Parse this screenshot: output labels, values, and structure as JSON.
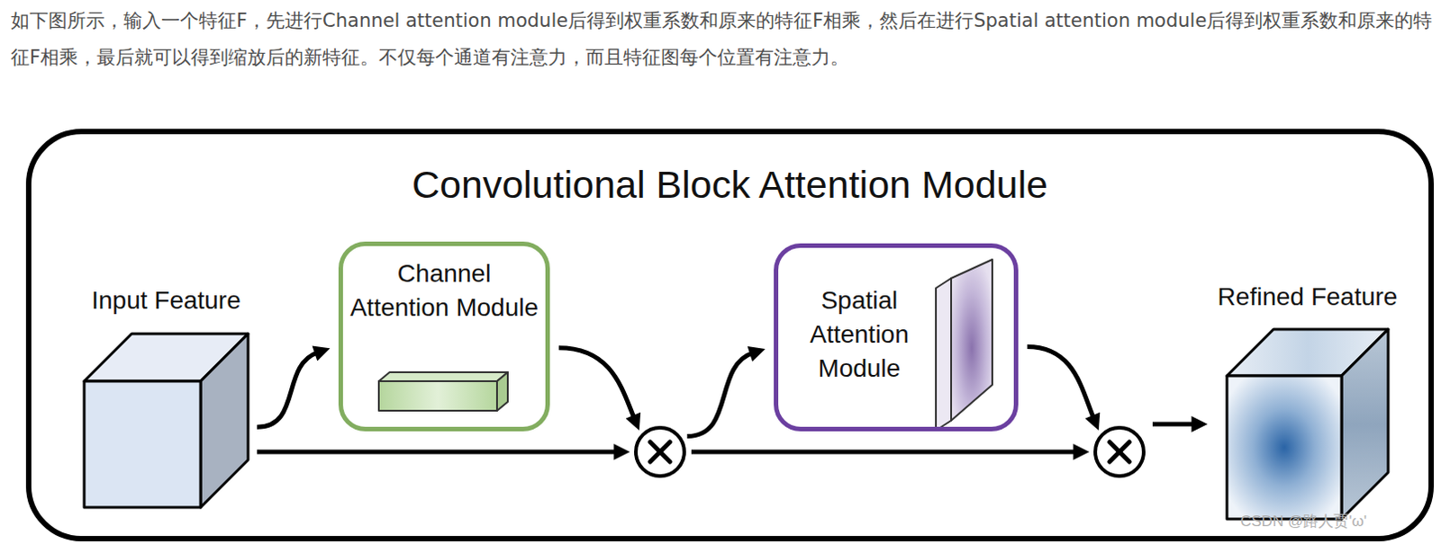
{
  "diagram": {
    "nodes": [
      {
        "text": [
          "Convolutional Block Attention Module"
        ]
      },
      {
        "text": [
          "Input Feature"
        ],
        "in": 0
      },
      {
        "text": [
          "Channel Attention Module"
        ],
        "in": 0
      },
      {
        "text": [],
        "in": 0
      },
      {
        "text": [
          "Spatial Attention Module"
        ],
        "in": 0
      },
      {
        "text": [],
        "in": 0
      },
      {
        "text": [
          "Refined Feature"
        ],
        "in": 0
      }
    ],
    "edges": [
      {
        "from": 1,
        "to": 2,
        "arrow": "to"
      },
      {
        "from": 1,
        "to": 3,
        "arrow": "to"
      },
      {
        "from": 2,
        "to": 3,
        "arrow": "to"
      },
      {
        "from": 3,
        "to": 4,
        "arrow": "to"
      },
      {
        "from": 3,
        "to": 5,
        "arrow": "to"
      },
      {
        "from": 4,
        "to": 5,
        "arrow": "to"
      },
      {
        "from": 5,
        "to": 6,
        "arrow": "to"
      }
    ],
    "labels": [
      "如下图所示，输入一个特征F，先进行Channel attention module后得到权重系数和原来的特征F相乘，然后在进行Spatial attention module后得到权重系数和原来的特征F相乘，最后就可以得到缩放后的新特征。不仅每个通道有注意力，而且特征图每个位置有注意力。",
      "CSDN @路人贾'ω'"
    ]
  }
}
